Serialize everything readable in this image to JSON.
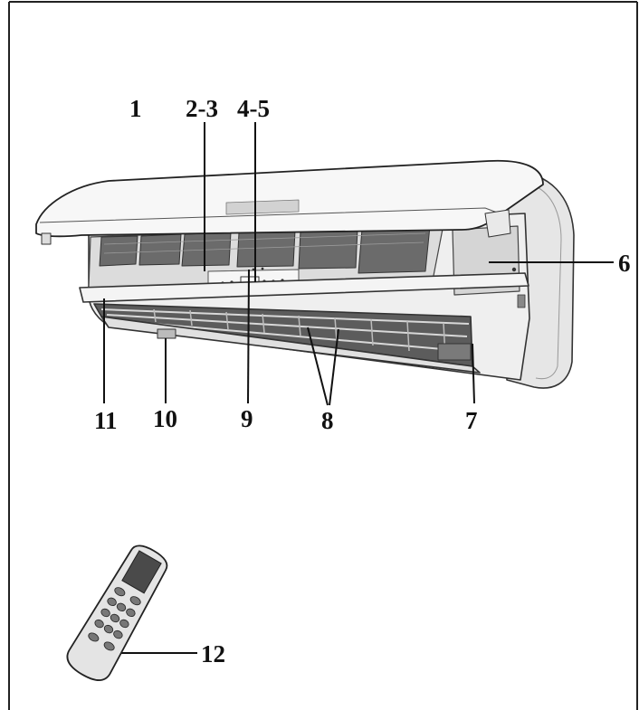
{
  "diagram": {
    "callouts": [
      {
        "id": "1",
        "label": "1"
      },
      {
        "id": "2-3",
        "label": "2-3"
      },
      {
        "id": "4-5",
        "label": "4-5"
      },
      {
        "id": "6",
        "label": "6"
      },
      {
        "id": "7",
        "label": "7"
      },
      {
        "id": "8",
        "label": "8"
      },
      {
        "id": "9",
        "label": "9"
      },
      {
        "id": "10",
        "label": "10"
      },
      {
        "id": "11",
        "label": "11"
      },
      {
        "id": "12",
        "label": "12"
      }
    ],
    "parts": {
      "indoor_unit": "air-conditioner-indoor-unit",
      "remote": "remote-control"
    }
  }
}
